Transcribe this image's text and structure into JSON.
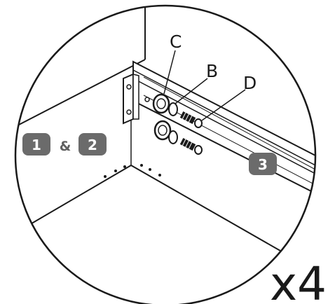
{
  "callouts": {
    "c": "C",
    "b": "B",
    "d": "D"
  },
  "steps": {
    "first": "1",
    "joiner": "&",
    "second": "2",
    "third": "3"
  },
  "quantity": "x4",
  "colors": {
    "line": "#1a1a1a",
    "badge": "#6b6b6b",
    "badge_text": "#ffffff",
    "background": "#ffffff"
  }
}
